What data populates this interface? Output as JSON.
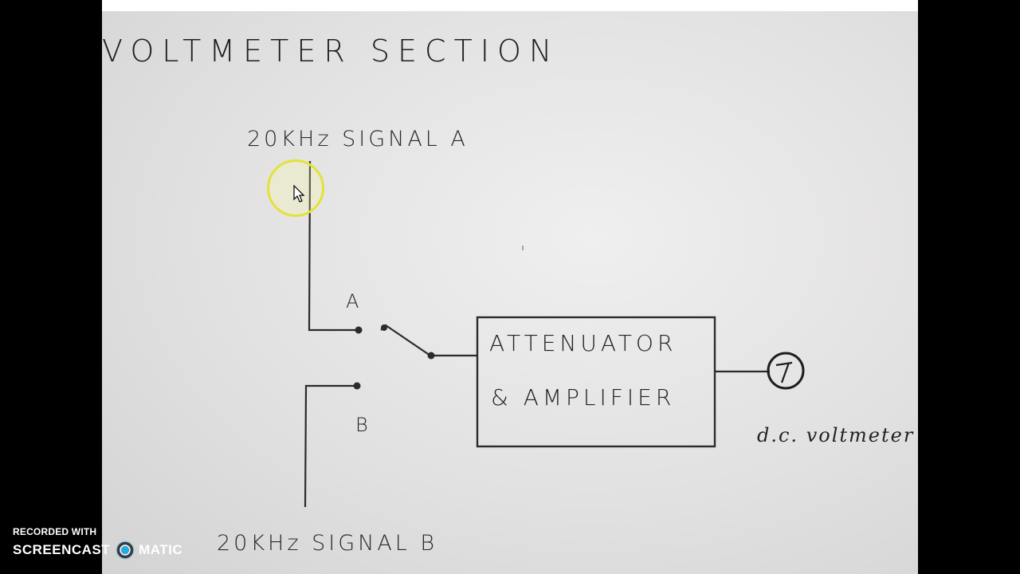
{
  "diagram": {
    "title": "VOLTMETER SECTION",
    "signal_a_label": "20KHz SIGNAL A",
    "signal_b_label": "20KHz SIGNAL B",
    "switch_contact_a": "A",
    "switch_contact_b": "B",
    "block_line1": "ATTENUATOR",
    "block_line2": "& AMPLIFIER",
    "meter_label": "d.c. voltmeter"
  },
  "watermark": {
    "line1": "RECORDED WITH",
    "brand_left": "SCREENCAST",
    "brand_right": "MATIC"
  },
  "colors": {
    "paper": "#e6e5e5",
    "ink": "#222222",
    "cursor_highlight": "#e3e23a",
    "watermark_logo": "#2aa8e0"
  },
  "icons": {
    "cursor": "mouse-pointer-icon",
    "logo": "screencast-o-matic-logo-icon",
    "meter": "voltmeter-dial-icon"
  }
}
